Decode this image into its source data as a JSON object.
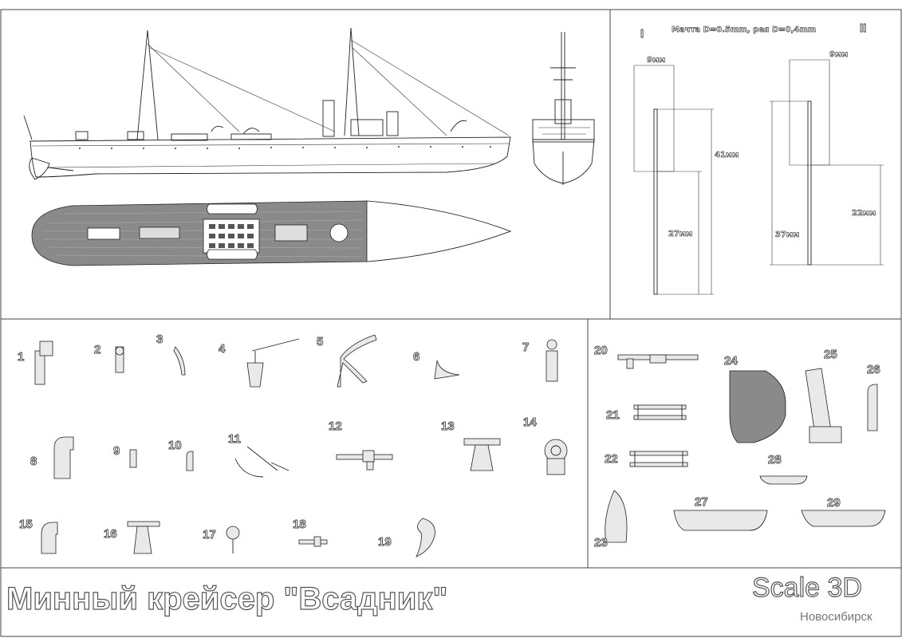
{
  "title": "Минный крейсер \"Всадник\"",
  "brand": "Scale 3D",
  "city": "Новосибирск",
  "mast_panel": {
    "roman_left": "I",
    "roman_right": "II",
    "header": "Мачта D=0.5mm, рея D=0,4mm",
    "left_dims": {
      "width": "9мм",
      "total": "41мм",
      "lower": "27мм"
    },
    "right_dims": {
      "width": "9мм",
      "total": "37мм",
      "lower": "22мм"
    }
  },
  "part_numbers": [
    "1",
    "2",
    "3",
    "4",
    "5",
    "6",
    "7",
    "8",
    "9",
    "10",
    "11",
    "12",
    "13",
    "14",
    "15",
    "16",
    "17",
    "18",
    "19",
    "20",
    "21",
    "22",
    "23",
    "24",
    "25",
    "26",
    "27",
    "28",
    "29"
  ]
}
